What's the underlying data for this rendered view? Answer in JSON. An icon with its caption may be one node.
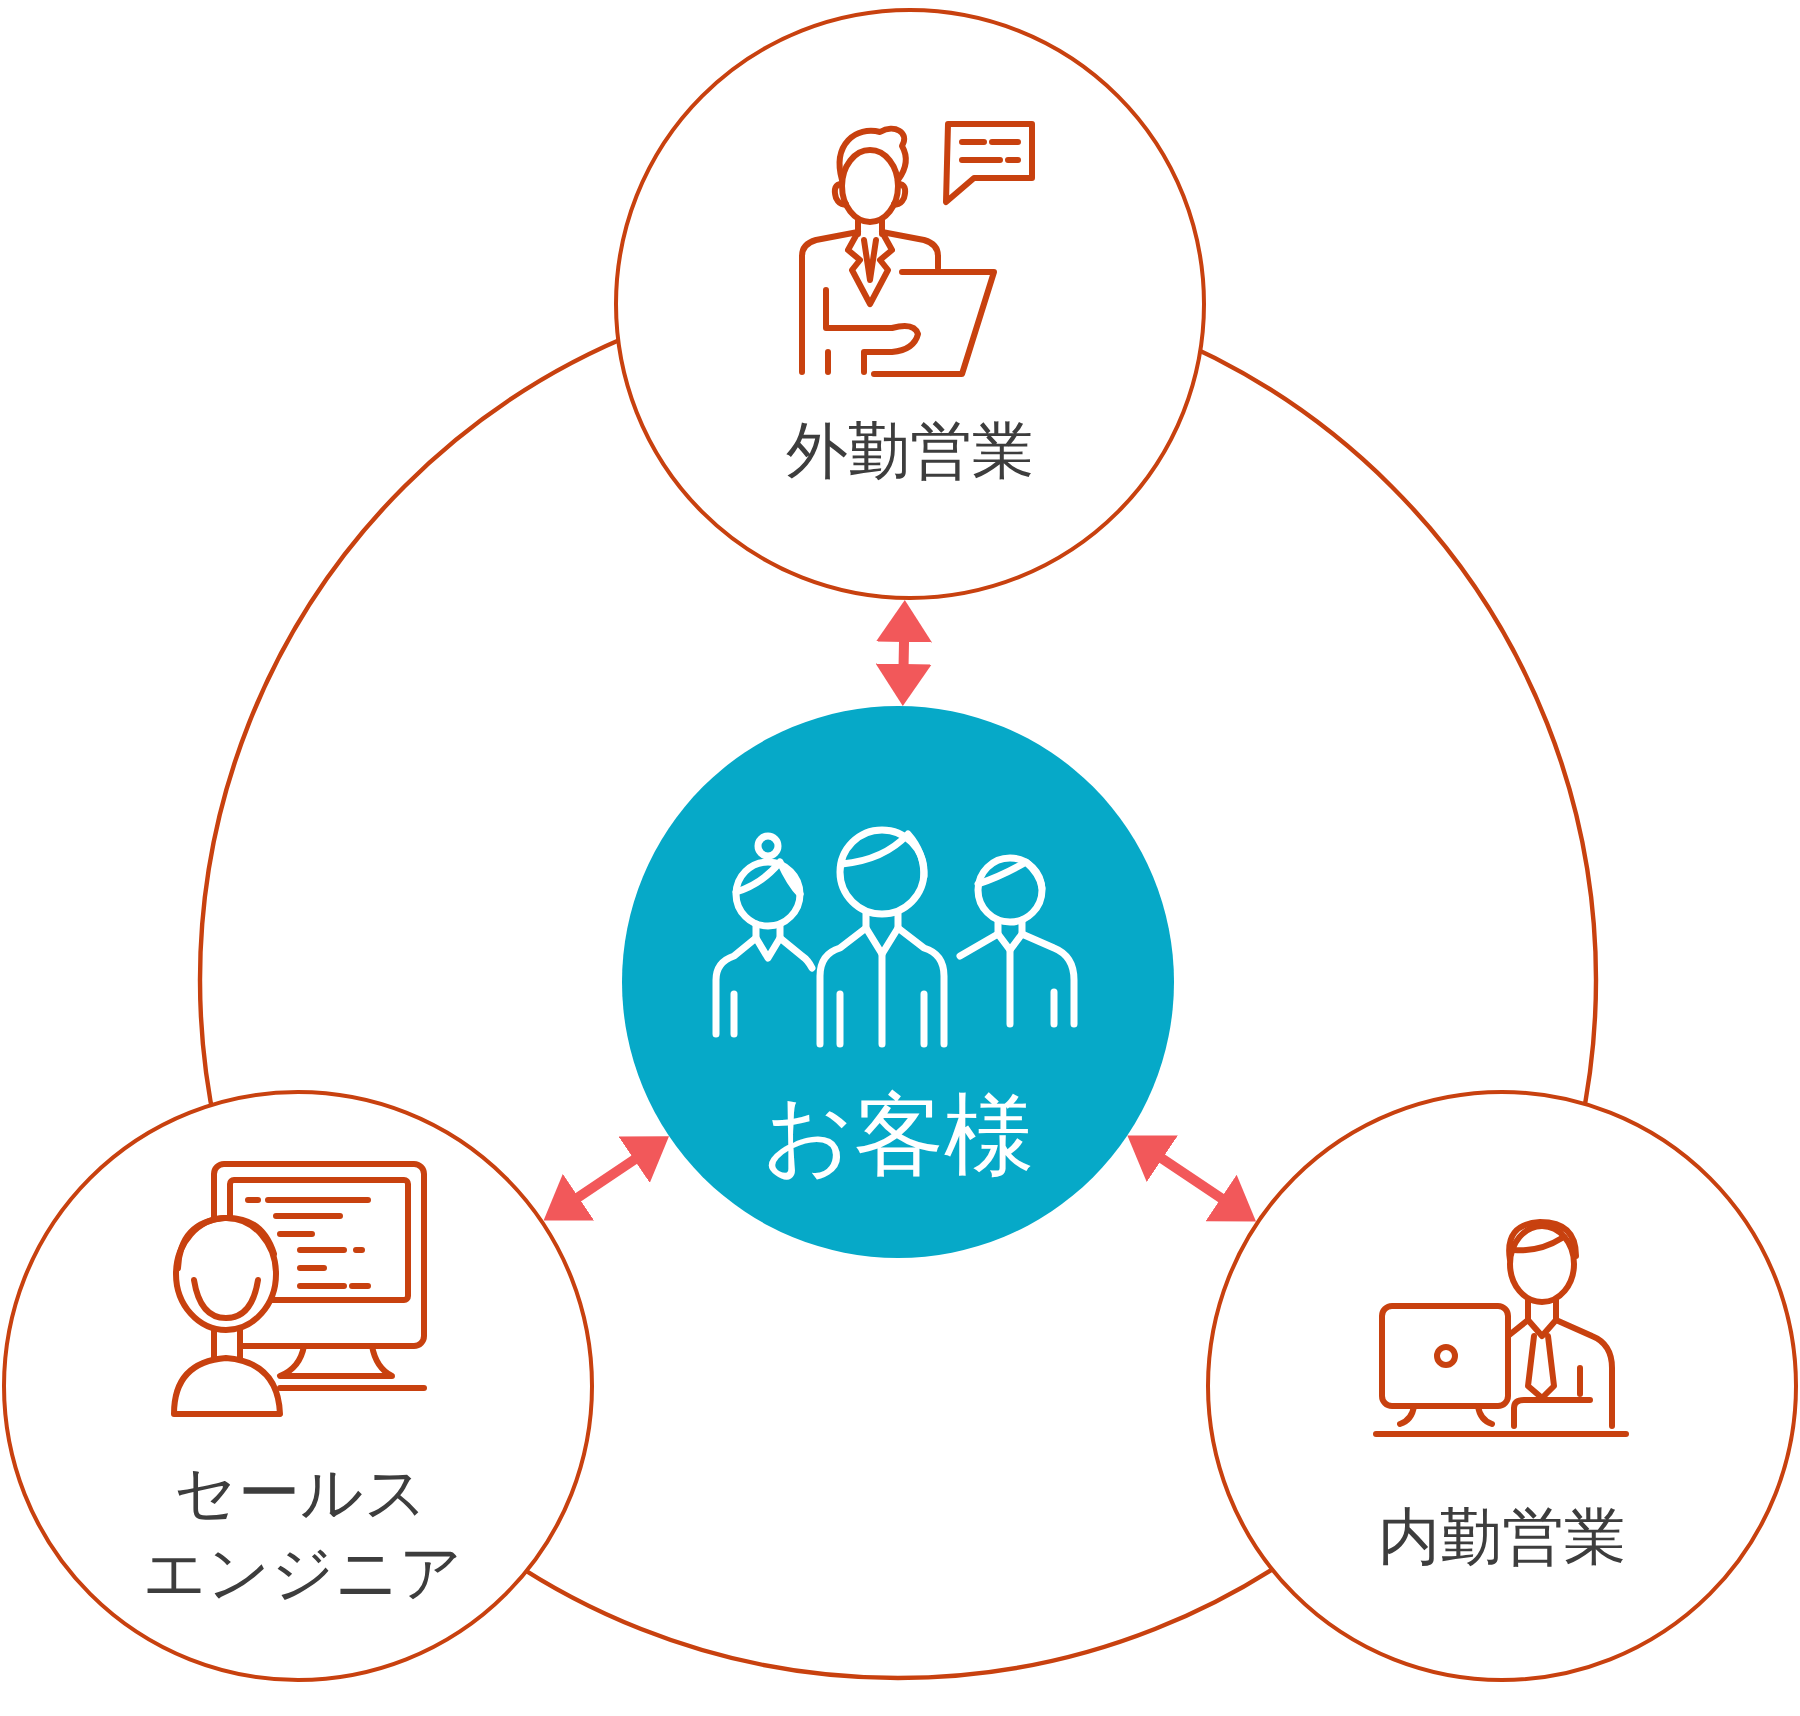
{
  "diagram": {
    "nodes": [
      {
        "text": [
          "外勤営業"
        ]
      },
      {
        "text": [
          "お客様"
        ]
      },
      {
        "text": [
          "セールスエンジニア"
        ]
      },
      {
        "text": [
          "内勤営業"
        ]
      }
    ],
    "edges": [
      {
        "from": 0,
        "to": 1,
        "arrow": "both"
      },
      {
        "from": 1,
        "to": 2,
        "arrow": "both"
      },
      {
        "from": 1,
        "to": 3,
        "arrow": "both"
      }
    ]
  }
}
